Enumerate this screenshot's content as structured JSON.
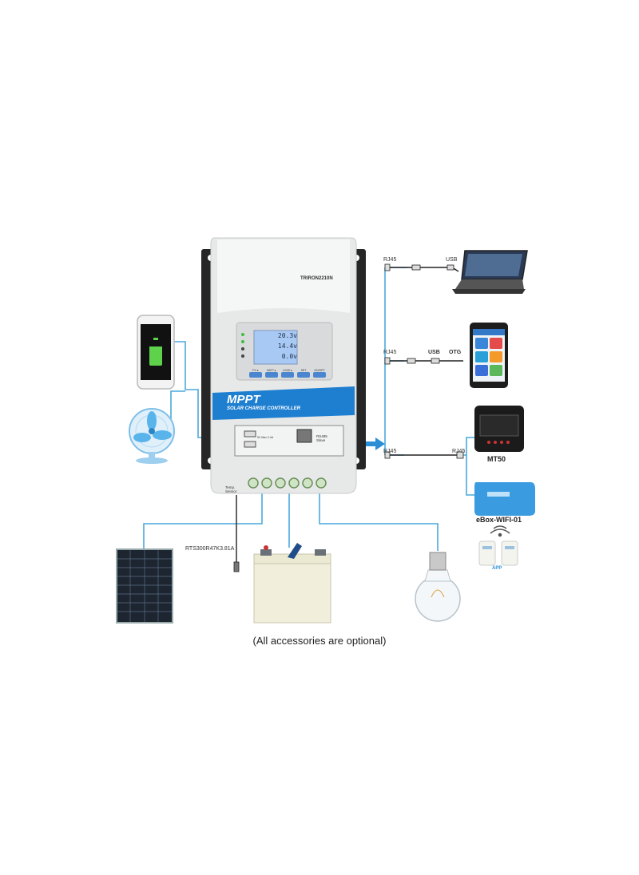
{
  "controller": {
    "model": "TRIRON2210N",
    "brand": "MPPT",
    "subtitle": "SOLAR CHARGE CONTROLLER",
    "lcd_values": [
      "20.3v",
      "14.4v",
      "0.0v"
    ],
    "buttons": [
      "PV ▸",
      "BATT ▸",
      "LOAD ▸",
      "SET",
      "ON/OFF"
    ],
    "usb_label": "5V Max 2.4A",
    "rs485_label": "RS485 Slave",
    "temp_label": "Temp. Sensor"
  },
  "labels": {
    "rj45_top": "RJ45",
    "usb_top": "USB",
    "rj45_mid": "RJ45",
    "usb_mid": "USB",
    "otg_mid": "OTG",
    "rj45_bot": "RJ45",
    "rj45_right": "RJ45",
    "mt50": "MT50",
    "ebox": "eBox-WIFI-01",
    "app": "APP",
    "sensor": "RTS300R47K3.81A"
  },
  "caption": "(All accessories are optional)",
  "colors": {
    "wire": "#4aa8dc",
    "arrow": "#2b8fd6",
    "mppt_blue": "#1e7fd1"
  }
}
